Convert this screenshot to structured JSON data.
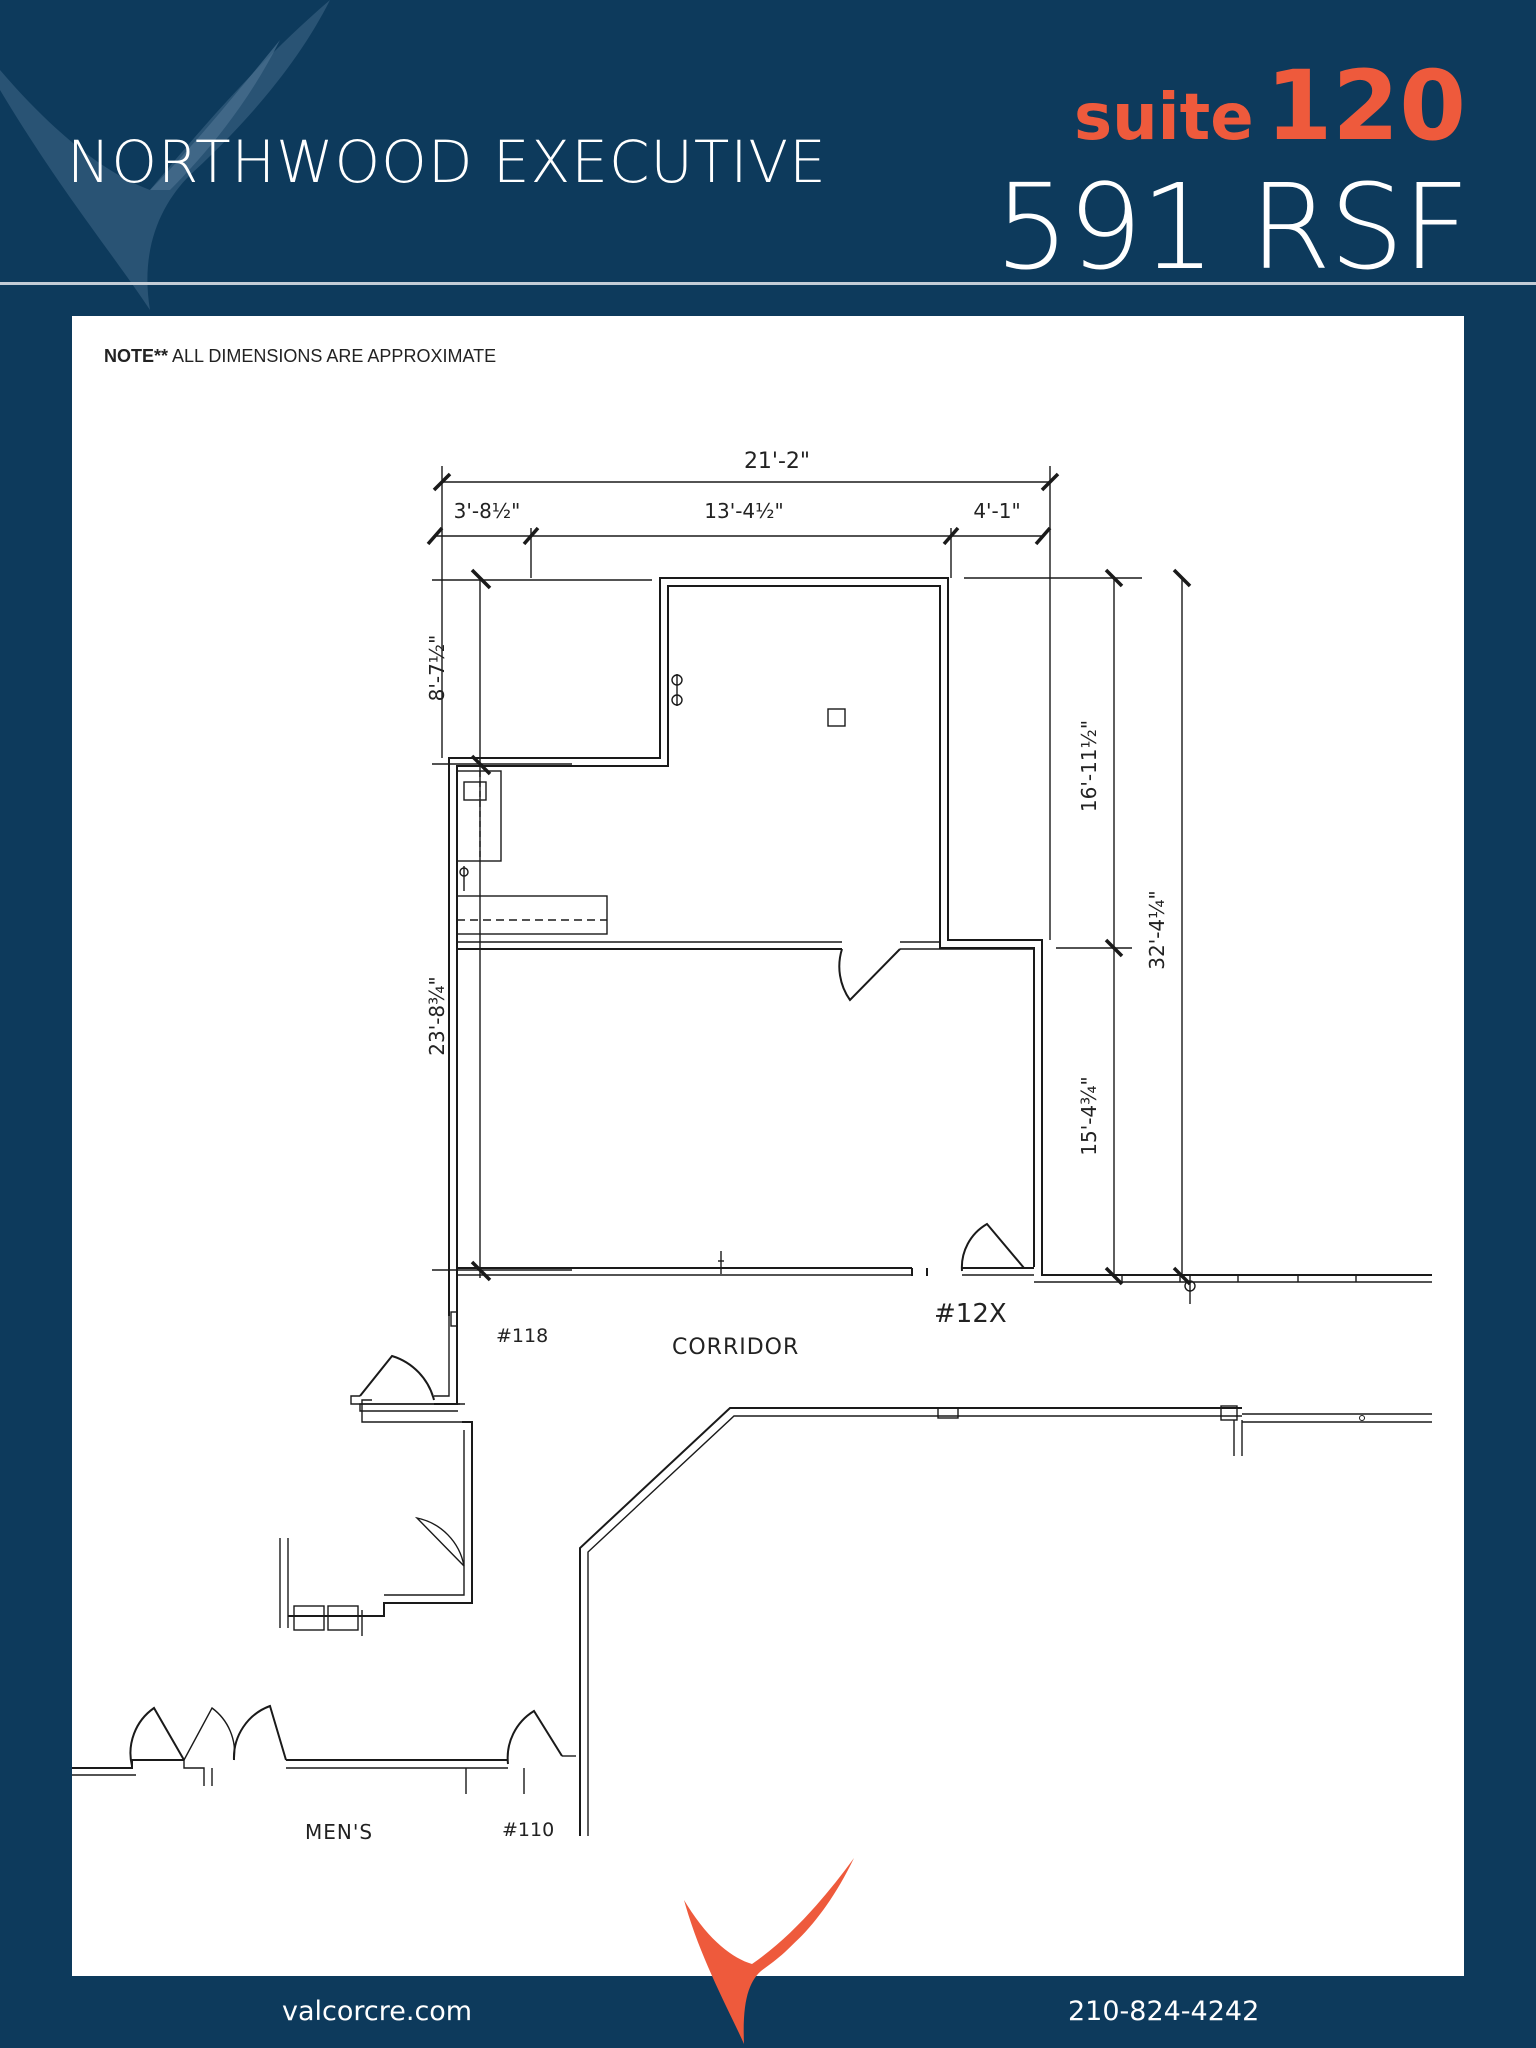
{
  "header": {
    "property_name": "NORTHWOOD EXECUTIVE",
    "suite_word": "suite",
    "suite_number": "120",
    "rsf": "591 RSF"
  },
  "plan": {
    "note_bold": "NOTE**",
    "note_text": " ALL DIMENSIONS ARE APPROXIMATE",
    "dimensions": {
      "overall_width": "21'-2\"",
      "left_offset": "3'-8½\"",
      "center_width": "13'-4½\"",
      "right_offset": "4'-1\"",
      "left_top_height": "8'-7½\"",
      "left_lower_height": "23'-8¾\"",
      "right_upper_height": "16'-11½\"",
      "right_lower_height": "15'-4¾\"",
      "overall_height": "32'-4¼\""
    },
    "labels": {
      "suite_tag": "#12X",
      "corridor": "CORRIDOR",
      "suite_118": "#118",
      "suite_110": "#110",
      "mens": "MEN'S"
    }
  },
  "footer": {
    "website": "valcorcre.com",
    "phone": "210-824-4242"
  },
  "colors": {
    "background": "#0d3a5c",
    "accent": "#ee5a3c",
    "panel": "#ffffff"
  }
}
